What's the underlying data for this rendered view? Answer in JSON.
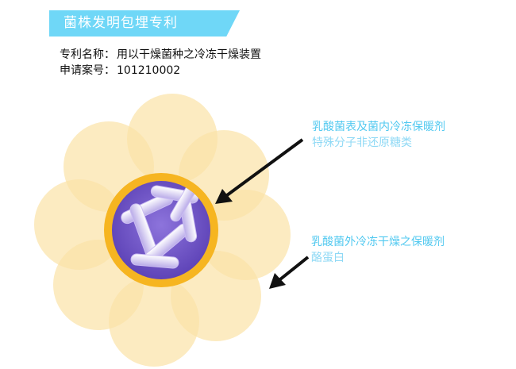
{
  "banner": {
    "title": "菌株发明包埋专利"
  },
  "patent": {
    "name_label": "专利名称：",
    "name_value": "用以干燥菌种之冷冻干燥装置",
    "number_label": "申请案号：",
    "number_value": "101210002"
  },
  "callouts": [
    {
      "heading": "乳酸菌表及菌内冷冻保暖剂",
      "sub": "特殊分子非还原糖类"
    },
    {
      "heading": "乳酸菌外冷冻干燥之保暖剂",
      "sub": "酪蛋白"
    }
  ],
  "colors": {
    "banner": "#6fd7f7",
    "petal": "#fbe3a6",
    "ring": "#f6b521",
    "bacteria_bg": "#6b4fc4",
    "callout_heading": "#52c9f0",
    "callout_sub": "#8fd9f5"
  }
}
